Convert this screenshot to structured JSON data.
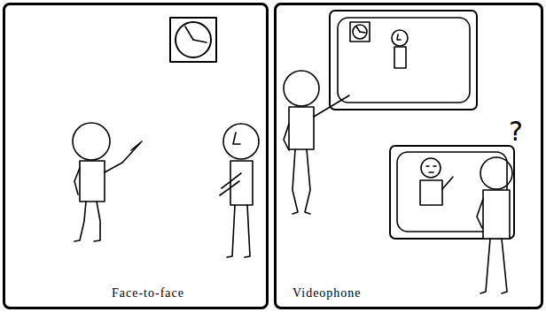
{
  "diagram": {
    "nodes": [
      {
        "text": [
          "Face-to-face"
        ]
      },
      {
        "text": [
          "Videophone"
        ]
      }
    ],
    "labels": [
      "?"
    ]
  }
}
